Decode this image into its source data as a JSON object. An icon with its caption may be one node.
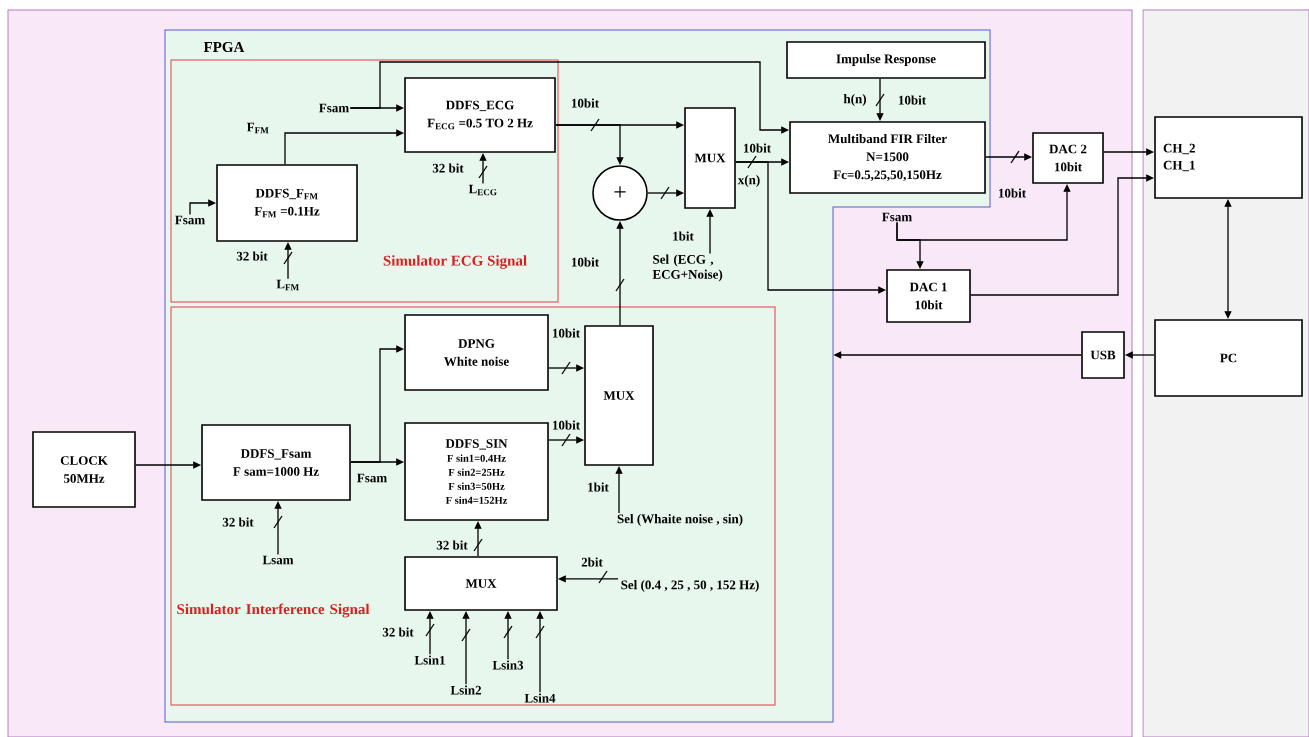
{
  "diagram": {
    "nodes": [
      {
        "text": [],
        "shape": "box"
      },
      {
        "text": [
          "FPGA"
        ],
        "in": 0
      },
      {
        "text": [
          "Simulator ECG Signal"
        ],
        "in": 1
      },
      {
        "text": [
          "Simulator Interference Signal"
        ],
        "in": 1
      },
      {
        "text": [
          "DDFS_ECG",
          "F$_{ECG}$ =0.5 TO 2 Hz"
        ],
        "in": 2
      },
      {
        "text": [
          "DDFS_F$_{FM}$",
          "F$_{FM}$ =0.1Hz"
        ],
        "in": 2
      },
      {
        "text": [
          "+"
        ],
        "in": 1
      },
      {
        "text": [
          "MUX"
        ],
        "in": 1
      },
      {
        "text": [
          "Impulse Response"
        ],
        "in": 1
      },
      {
        "text": [
          "Multiband FIR Filter",
          "N=1500",
          "Fc=0.5,25,50,150Hz"
        ],
        "in": 1
      },
      {
        "text": [
          "DAC 2",
          "10bit"
        ],
        "in": 0
      },
      {
        "text": [
          "DAC 1",
          "10bit"
        ],
        "in": 0
      },
      {
        "text": [],
        "shape": "box"
      },
      {
        "text": [
          "CH_2",
          "CH_1"
        ],
        "in": 12
      },
      {
        "text": [
          "PC"
        ],
        "in": 12
      },
      {
        "text": [
          "USB"
        ],
        "in": 0
      },
      {
        "text": [
          "CLOCK",
          "50MHz"
        ],
        "in": 0
      },
      {
        "text": [
          "DDFS_Fsam",
          "F sam=1000 Hz"
        ],
        "in": 3
      },
      {
        "text": [
          "DPNG",
          "White noise"
        ],
        "in": 3
      },
      {
        "text": [
          "DDFS_SIN",
          "F sin1=0.4Hz",
          "F sin2=25Hz",
          "F sin3=50Hz",
          "F sin4=152Hz"
        ],
        "in": 3
      },
      {
        "text": [
          "MUX"
        ],
        "in": 3
      },
      {
        "text": [
          "MUX"
        ],
        "in": 3
      },
      {
        "text": [
          "Fsam"
        ],
        "in": 2
      },
      {
        "text": [
          "Fsam"
        ],
        "in": 2
      },
      {
        "text": [
          "L$_{ECG}$"
        ],
        "in": 2
      },
      {
        "text": [
          "L$_{FM}$"
        ],
        "in": 2
      },
      {
        "text": [
          "Lsam"
        ],
        "in": 3
      },
      {
        "text": [
          "Sel (Whaite noise , sin)"
        ],
        "in": 3
      },
      {
        "text": [
          "Sel (0.4 , 25 , 50 , 152 Hz)"
        ],
        "in": 3
      },
      {
        "text": [
          "Lsin1"
        ],
        "in": 3
      },
      {
        "text": [
          "Lsin2"
        ],
        "in": 3
      },
      {
        "text": [
          "Lsin3"
        ],
        "in": 3
      },
      {
        "text": [
          "Lsin4"
        ],
        "in": 3
      },
      {
        "text": [
          "Sel (ECG , ECG+Noise)"
        ],
        "in": 1
      },
      {
        "text": [
          "Fsam"
        ],
        "in": 0
      }
    ],
    "edges": [
      {
        "from": 22,
        "to": 4,
        "arrow": "to"
      },
      {
        "from": 22,
        "to": 9,
        "arrow": "to"
      },
      {
        "from": 5,
        "to": 4,
        "arrow": "to",
        "label": "F$_{FM}$"
      },
      {
        "from": 23,
        "to": 5,
        "arrow": "to"
      },
      {
        "from": 24,
        "to": 4,
        "arrow": "to",
        "label": "32 bit"
      },
      {
        "from": 25,
        "to": 5,
        "arrow": "to",
        "label": "32 bit"
      },
      {
        "from": 4,
        "to": 7,
        "arrow": "to",
        "label": "10bit"
      },
      {
        "from": 4,
        "to": 6,
        "arrow": "to"
      },
      {
        "from": 6,
        "to": 7,
        "arrow": "to"
      },
      {
        "from": 20,
        "to": 6,
        "arrow": "to",
        "label": "10bit"
      },
      {
        "from": 33,
        "to": 7,
        "arrow": "to",
        "label": "1bit"
      },
      {
        "from": 7,
        "to": 9,
        "arrow": "to",
        "label": "10bit"
      },
      {
        "from": 7,
        "to": 11,
        "arrow": "to"
      },
      {
        "from": 8,
        "to": 9,
        "arrow": "to",
        "label": "h(n)"
      },
      {
        "from": 9,
        "to": 10,
        "arrow": "to",
        "label": "10bit"
      },
      {
        "from": 10,
        "to": 13,
        "arrow": "to"
      },
      {
        "from": 11,
        "to": 13,
        "arrow": "to"
      },
      {
        "from": 34,
        "to": 11,
        "arrow": "to"
      },
      {
        "from": 34,
        "to": 10,
        "arrow": "to"
      },
      {
        "from": 13,
        "to": 14,
        "arrow": "both"
      },
      {
        "from": 14,
        "to": 15,
        "arrow": "to"
      },
      {
        "from": 15,
        "to": 1,
        "arrow": "to"
      },
      {
        "from": 16,
        "to": 17,
        "arrow": "to"
      },
      {
        "from": 17,
        "to": 18,
        "arrow": "to"
      },
      {
        "from": 17,
        "to": 19,
        "arrow": "to",
        "label": "Fsam"
      },
      {
        "from": 18,
        "to": 20,
        "arrow": "to",
        "label": "10bit"
      },
      {
        "from": 19,
        "to": 20,
        "arrow": "to",
        "label": "10bit"
      },
      {
        "from": 27,
        "to": 20,
        "arrow": "to",
        "label": "1bit"
      },
      {
        "from": 21,
        "to": 19,
        "arrow": "to",
        "label": "32 bit"
      },
      {
        "from": 28,
        "to": 21,
        "arrow": "to",
        "label": "2bit"
      },
      {
        "from": 29,
        "to": 21,
        "arrow": "to",
        "label": "32 bit"
      },
      {
        "from": 30,
        "to": 21,
        "arrow": "to"
      },
      {
        "from": 31,
        "to": 21,
        "arrow": "to"
      },
      {
        "from": 32,
        "to": 21,
        "arrow": "to"
      },
      {
        "from": 26,
        "to": 17,
        "arrow": "to",
        "label": "32 bit"
      }
    ],
    "labels": [
      "10bit",
      "x(n)"
    ]
  }
}
